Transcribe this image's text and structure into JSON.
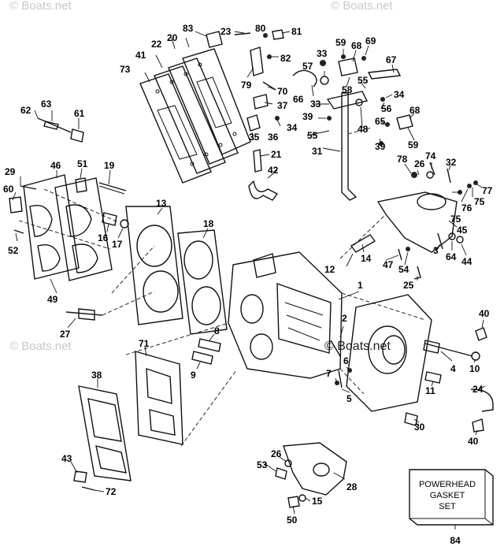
{
  "diagram": {
    "watermark": "© Boats.net",
    "kit_box": {
      "lines": [
        "POWERHEAD",
        "GASKET",
        "SET"
      ],
      "number": "84"
    },
    "callouts": {
      "c1": "1",
      "c2": "2",
      "c3": "3",
      "c4": "4",
      "c5": "5",
      "c6": "6",
      "c7": "7",
      "c8": "8",
      "c9": "9",
      "c10": "10",
      "c11": "11",
      "c12": "12",
      "c13": "13",
      "c14": "14",
      "c15": "15",
      "c16": "16",
      "c17": "17",
      "c18": "18",
      "c19": "19",
      "c20": "20",
      "c21": "21",
      "c22": "22",
      "c23": "23",
      "c24": "24",
      "c25": "25",
      "c26a": "26",
      "c26b": "26",
      "c27": "27",
      "c28": "28",
      "c29": "29",
      "c30": "30",
      "c31": "31",
      "c32": "32",
      "c33a": "33",
      "c33b": "33",
      "c34a": "34",
      "c34b": "34",
      "c35": "35",
      "c36": "36",
      "c37": "37",
      "c38": "38",
      "c39a": "39",
      "c39b": "39",
      "c40a": "40",
      "c40b": "40",
      "c41": "41",
      "c42": "42",
      "c43": "43",
      "c44": "44",
      "c45": "45",
      "c46": "46",
      "c47": "47",
      "c48": "48",
      "c49": "49",
      "c50": "50",
      "c51": "51",
      "c52": "52",
      "c53": "53",
      "c54": "54",
      "c55a": "55",
      "c55b": "55",
      "c56": "56",
      "c57": "57",
      "c58": "58",
      "c59a": "59",
      "c59b": "59",
      "c60": "60",
      "c61": "61",
      "c62": "62",
      "c63": "63",
      "c64": "64",
      "c65": "65",
      "c66": "66",
      "c67": "67",
      "c68a": "68",
      "c68b": "68",
      "c69": "69",
      "c70": "70",
      "c71": "71",
      "c72": "72",
      "c73": "73",
      "c74": "74",
      "c75a": "75",
      "c75b": "75",
      "c76": "76",
      "c77": "77",
      "c78": "78",
      "c79": "79",
      "c80": "80",
      "c81": "81",
      "c82": "82",
      "c83": "83"
    }
  }
}
